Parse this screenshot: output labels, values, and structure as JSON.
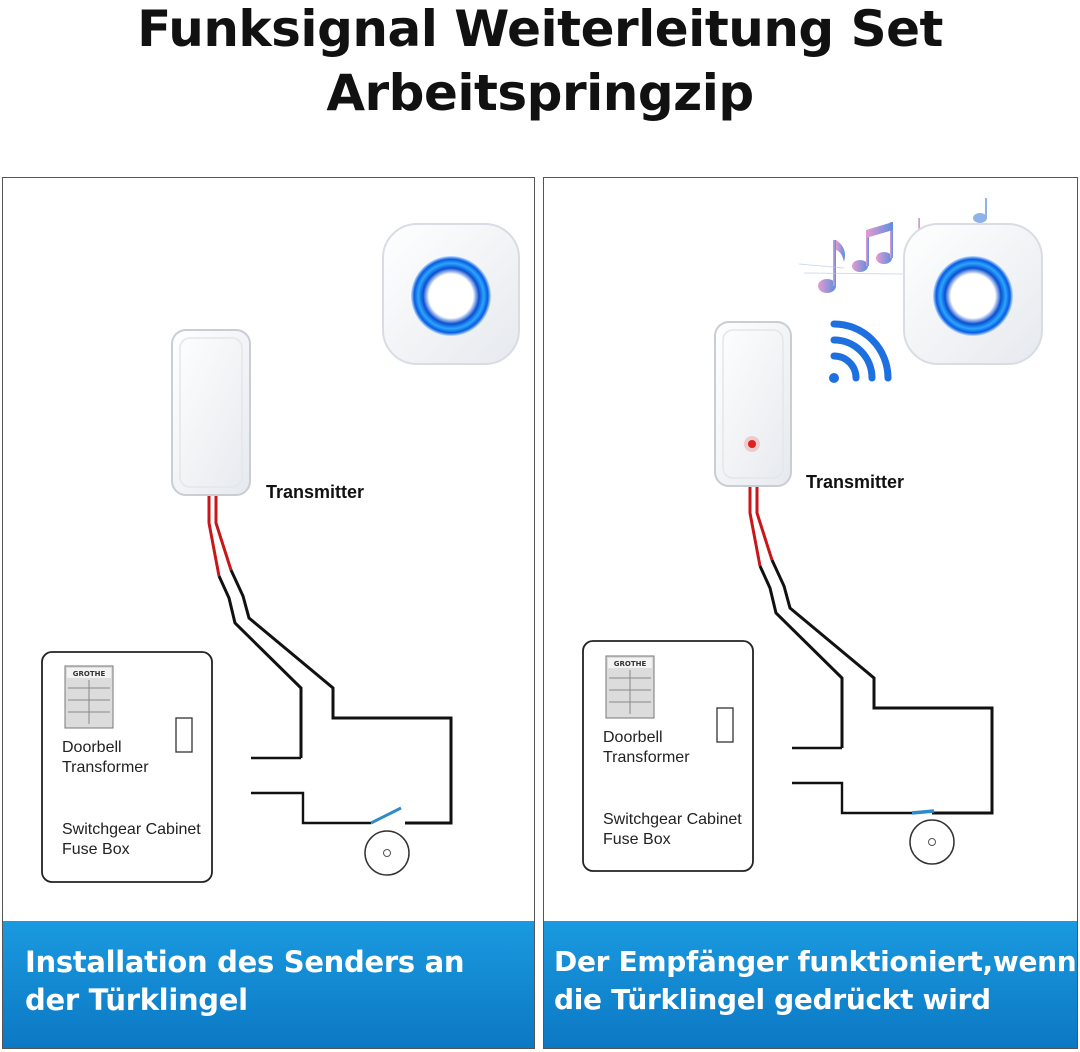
{
  "header": {
    "title_line1": "Funksignal Weiterleitung Set",
    "title_line2": "Arbeitspringzip"
  },
  "panels": [
    {
      "transmitter_label": "Transmitter",
      "transformer_label_1": "Doorbell",
      "transformer_label_2": "Transformer",
      "cabinet_label_1": "Switchgear Cabinet",
      "cabinet_label_2": "Fuse Box",
      "brand": "GROTHE",
      "caption_line1": "Installation des Senders an",
      "caption_line2": "der Türklingel"
    },
    {
      "transmitter_label": "Transmitter",
      "transformer_label_1": "Doorbell",
      "transformer_label_2": "Transformer",
      "cabinet_label_1": "Switchgear Cabinet",
      "cabinet_label_2": "Fuse Box",
      "brand": "GROTHE",
      "caption_line1": "Der Empfänger funktioniert,wenn",
      "caption_line2": "die Türklingel gedrückt wird"
    }
  ],
  "colors": {
    "banner": "#1287d2",
    "ring": "#1e7de0",
    "wire_red": "#c8161a",
    "led": "#e0201f"
  },
  "icons": [
    "receiver-icon",
    "transmitter-icon",
    "wifi-signal-icon",
    "music-notes-icon",
    "doorbell-button-icon",
    "transformer-icon"
  ]
}
